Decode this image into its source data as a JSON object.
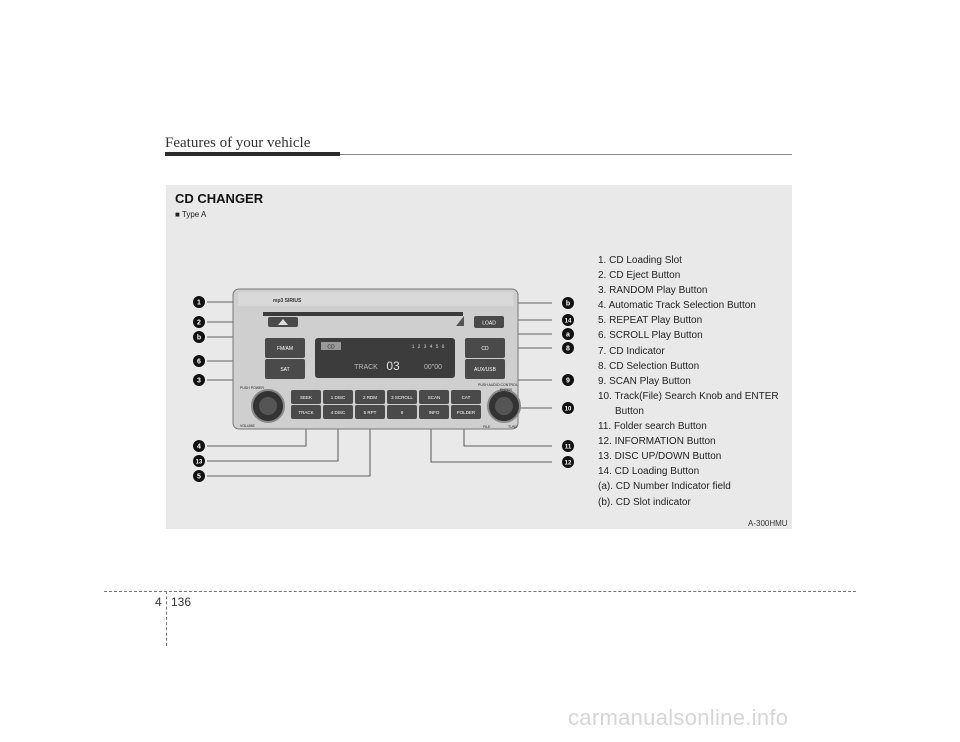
{
  "header": {
    "title": "Features of your vehicle"
  },
  "section": {
    "title": "CD CHANGER",
    "subtitle": "■ Type A",
    "figure_code": "A-300HMU"
  },
  "legend": [
    "1. CD Loading Slot",
    "2. CD Eject Button",
    "3. RANDOM Play Button",
    "4. Automatic Track Selection Button",
    "5. REPEAT Play Button",
    "6. SCROLL Play Button",
    "7. CD Indicator",
    "8. CD Selection Button",
    "9. SCAN Play Button",
    "10. Track(File) Search Knob and ENTER",
    "Button",
    "11. Folder search Button",
    "12. INFORMATION Button",
    "13. DISC UP/DOWN Button",
    "14. CD Loading Button",
    "(a). CD Number Indicator field",
    "(b). CD Slot indicator"
  ],
  "callouts": [
    "1",
    "2",
    "b",
    "6",
    "3",
    "4",
    "13",
    "5",
    "b",
    "14",
    "a",
    "8",
    "9",
    "10",
    "11",
    "12"
  ],
  "radio": {
    "brand_text": "mp3 SIRIUS",
    "load": "LOAD",
    "fm_am": "FM/AM",
    "sat": "SAT",
    "cd": "CD",
    "aux_usb": "AUX/USB",
    "display_cd": "CD",
    "disc_numbers": "1 2 3 4 5 6",
    "track_label": "TRACK",
    "track_num": "03",
    "time": "00\"00",
    "seek": "SEEK",
    "track": "TRACK",
    "disc": "DISC",
    "b1": "1",
    "b2": "2 RDM",
    "b3": "3 SCROLL",
    "b4": "4",
    "b5": "5 RPT",
    "b6": "6",
    "scan": "SCAN",
    "info": "INFO",
    "cat": "CAT",
    "folder": "FOLDER",
    "push_power": "PUSH POWER",
    "volume": "VOLUME",
    "push_audio": "PUSH AUDIO CONTROL",
    "enter": "ENTER",
    "file": "FILE",
    "tune": "TUNE"
  },
  "footer": {
    "chapter": "4",
    "page": "136",
    "watermark": "carmanualsonline.info"
  }
}
